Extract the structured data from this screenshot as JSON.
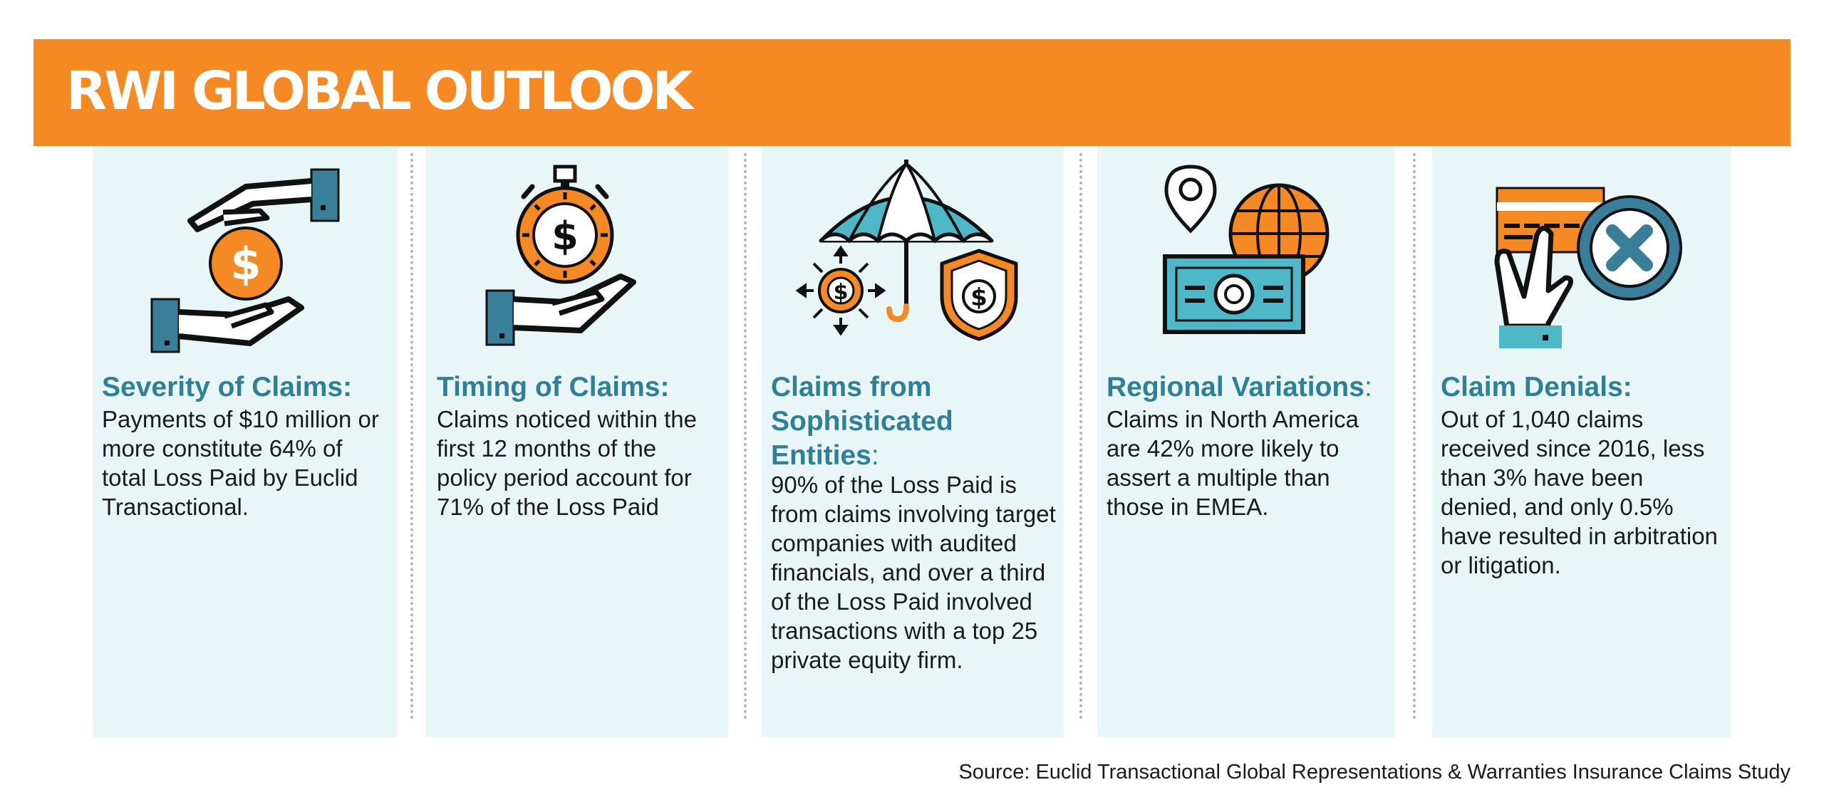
{
  "title": "RWI GLOBAL OUTLOOK",
  "colors": {
    "banner": "#f58a24",
    "panel": "#e9f6f7",
    "heading": "#2f7f99",
    "accent_orange": "#f58a24",
    "accent_teal": "#4fb8c8",
    "accent_steel": "#3a7f9a"
  },
  "columns": [
    {
      "icon": "hand-passing-coin-icon",
      "heading": "Severity of Claims:",
      "heading_colon": "",
      "body": "Payments of $10 million or more constitute 64% of total Loss Paid by Euclid Transactional."
    },
    {
      "icon": "stopwatch-dollar-hand-icon",
      "heading": "Timing of Claims:",
      "heading_colon": "",
      "body": "Claims noticed within the first 12 months of the policy period account for 71% of the Loss Paid"
    },
    {
      "icon": "umbrella-shield-coin-icon",
      "heading": "Claims from Sophisticated Entities",
      "heading_colon": ":",
      "body": "90% of the Loss Paid is from claims involving target companies with audited financials, and over a third of the Loss Paid involved transactions with a top 25 private equity firm."
    },
    {
      "icon": "globe-location-banknote-icon",
      "heading": "Regional Variations",
      "heading_colon": ":",
      "body": "Claims in North America are 42% more likely to assert a multiple than those in EMEA."
    },
    {
      "icon": "credit-card-denied-icon",
      "heading": "Claim Denials:",
      "heading_colon": "",
      "body": "Out of 1,040 claims received since 2016, less than 3% have been denied, and only 0.5% have resulted in arbitration or litigation."
    }
  ],
  "source": "Source: Euclid Transactional Global Representations & Warranties Insurance Claims Study"
}
